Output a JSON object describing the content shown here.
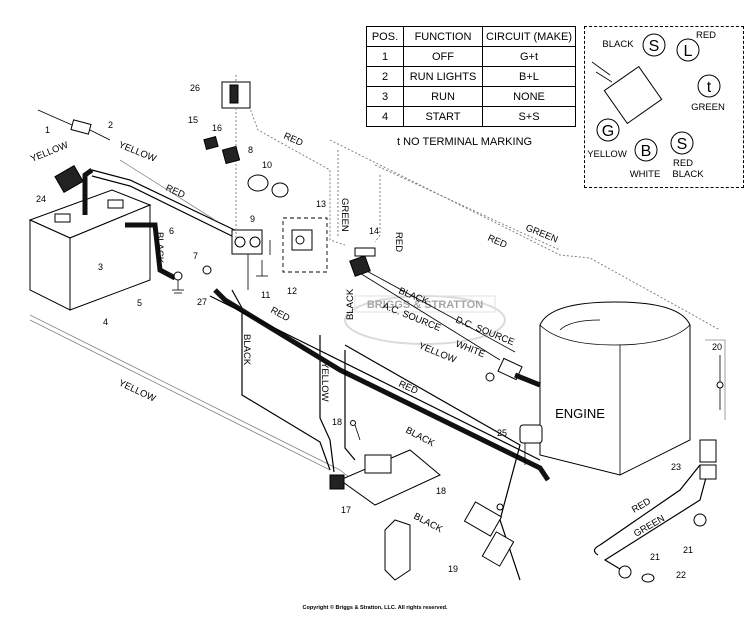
{
  "table": {
    "headers": [
      "POS.",
      "FUNCTION",
      "CIRCUIT  (MAKE)"
    ],
    "rows": [
      [
        "1",
        "OFF",
        "G+t"
      ],
      [
        "2",
        "RUN LIGHTS",
        "B+L"
      ],
      [
        "3",
        "RUN",
        "NONE"
      ],
      [
        "4",
        "START",
        "S+S"
      ]
    ],
    "note": "t  NO TERMINAL MARKING"
  },
  "switch_terminals": {
    "S_top": "S",
    "L": "L",
    "t": "t",
    "G": "G",
    "B": "B",
    "S_bottom": "S",
    "label_black": "BLACK",
    "label_red": "RED",
    "label_green": "GREEN",
    "label_yellow": "YELLOW",
    "label_white": "WHITE",
    "label_red_black_1": "RED",
    "label_red_black_2": "BLACK"
  },
  "wire_labels": {
    "yellow_1": "YELLOW",
    "yellow_2": "YELLOW",
    "yellow_3": "YELLOW",
    "yellow_4": "YELLOW",
    "yellow_5": "YELLOW",
    "red_1": "RED",
    "red_2": "RED",
    "red_3": "RED",
    "red_4": "RED",
    "red_5": "RED",
    "red_6": "RED",
    "green_1": "GREEN",
    "green_2": "GREEN",
    "green_3": "GREEN",
    "black_1": "BLACK",
    "black_2": "BLACK",
    "black_3": "BLACK",
    "black_4": "BLACK",
    "black_5": "BLACK",
    "black_6": "BLACK",
    "ac_source": "A.C. SOURCE",
    "dc_source": "D.C. SOURCE",
    "white": "WHITE"
  },
  "engine_label": "ENGINE",
  "watermark": "BRIGGS & STRATTON",
  "part_numbers": [
    "1",
    "2",
    "3",
    "4",
    "5",
    "6",
    "7",
    "8",
    "9",
    "10",
    "11",
    "12",
    "13",
    "14",
    "15",
    "16",
    "17",
    "18",
    "18",
    "19",
    "20",
    "21",
    "21",
    "22",
    "23",
    "24",
    "25",
    "26",
    "27"
  ],
  "copyright": "Copyright © Briggs & Stratton, LLC. All rights reserved."
}
